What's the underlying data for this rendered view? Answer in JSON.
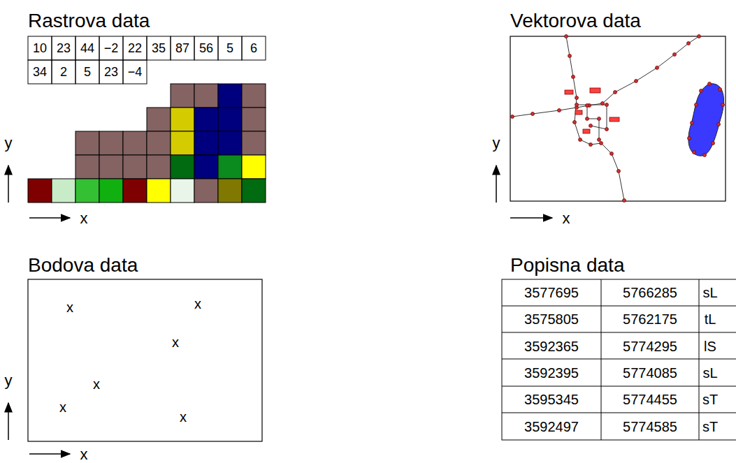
{
  "diagram": {
    "labels": [
      "Rastrova data",
      "10",
      "23",
      "44",
      "−2",
      "22",
      "35",
      "87",
      "56",
      "5",
      "6",
      "34",
      "2",
      "5",
      "23",
      "−4",
      "y",
      "x",
      "Vektorova data",
      "y",
      "x",
      "Bodova data",
      "x",
      "x",
      "x",
      "x",
      "x",
      "x",
      "y",
      "x",
      "Popisna data",
      "3577695",
      "5766285",
      "sL",
      "3575805",
      "5762175",
      "tL",
      "3592365",
      "5774295",
      "lS",
      "3592395",
      "5774085",
      "sL",
      "3595345",
      "5774455",
      "sT",
      "3592497",
      "5774585",
      "sT"
    ]
  }
}
